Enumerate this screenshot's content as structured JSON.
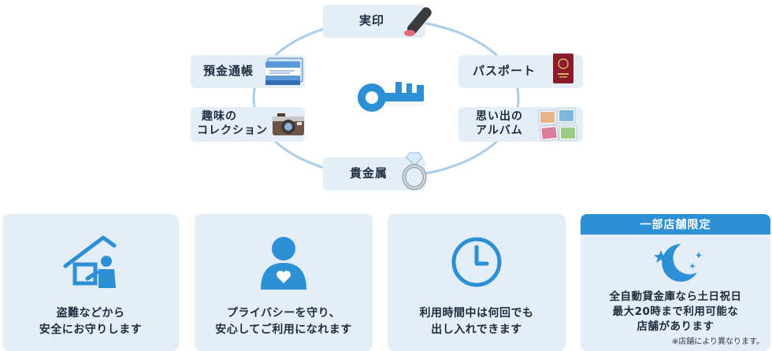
{
  "diagram": {
    "center_icon": "key-icon",
    "items": {
      "seal": {
        "label": "実印",
        "icon": "seal-stamp-icon"
      },
      "bankbook": {
        "label": "預金通帳",
        "icon": "bankbook-icon"
      },
      "collection": {
        "label_line1": "趣味の",
        "label_line2": "コレクション",
        "icon": "camera-icon"
      },
      "passport": {
        "label": "パスポート",
        "icon": "passport-icon"
      },
      "album": {
        "label_line1": "思い出の",
        "label_line2": "アルバム",
        "icon": "photo-album-icon"
      },
      "metals": {
        "label": "貴金属",
        "icon": "diamond-ring-icon"
      }
    },
    "colors": {
      "ring": "#a9cdea",
      "accent": "#2d8fd5",
      "pill": "#e3eef8"
    }
  },
  "features": [
    {
      "icon": "antitheft-window-icon",
      "line1": "盗難などから",
      "line2": "安全にお守りします"
    },
    {
      "icon": "privacy-person-icon",
      "line1": "プライバシーを守り、",
      "line2": "安心してご利用になれます"
    },
    {
      "icon": "clock-icon",
      "line1": "利用時間中は何回でも",
      "line2": "出し入れできます"
    },
    {
      "badge": "一部店舗限定",
      "icon": "moon-stars-icon",
      "line1": "全自動貸金庫なら土日祝日",
      "line2": "最大20時まで利用可能な",
      "line3": "店舗があります",
      "note": "※店舗により異なります。"
    }
  ]
}
